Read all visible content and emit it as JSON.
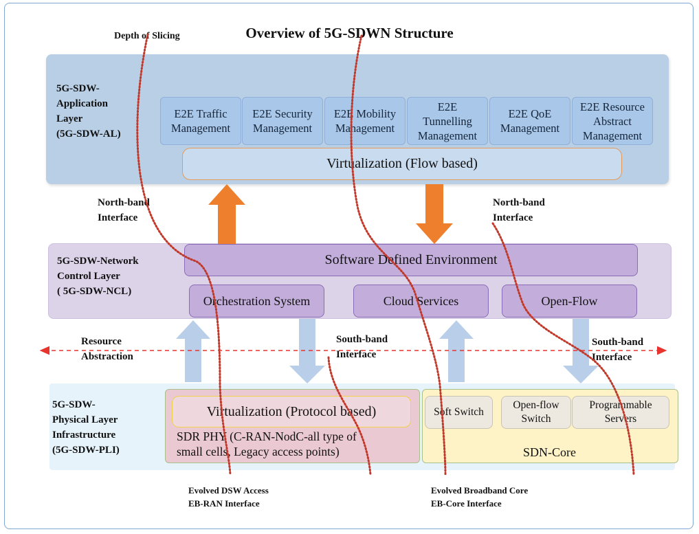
{
  "title": "Overview of 5G-SDWN Structure",
  "depth_label": "Depth of Slicing",
  "application_layer": {
    "label_lines": [
      "5G-SDW-",
      "Application",
      "Layer",
      "(5G-SDW-AL)"
    ],
    "modules": [
      {
        "lines": [
          "E2E Traffic",
          "Management"
        ]
      },
      {
        "lines": [
          "E2E Security",
          "Management"
        ]
      },
      {
        "lines": [
          "E2E Mobility",
          "Management"
        ]
      },
      {
        "lines": [
          "E2E",
          "Tunnelling",
          "Management"
        ]
      },
      {
        "lines": [
          "E2E QoE",
          "Management"
        ]
      },
      {
        "lines": [
          "E2E Resource",
          "Abstract",
          "Management"
        ]
      }
    ],
    "virtualization": "Virtualization (Flow based)"
  },
  "north_left": [
    "North-band",
    "Interface"
  ],
  "north_right": [
    "North-band",
    "Interface"
  ],
  "network_layer": {
    "label_lines": [
      "5G-SDW-Network",
      "Control Layer",
      "( 5G-SDW-NCL)"
    ],
    "sde": "Software Defined Environment",
    "orchestration": "Orchestration System",
    "cloud": "Cloud Services",
    "openflow": "Open-Flow"
  },
  "resource_abstraction": [
    "Resource",
    "Abstraction"
  ],
  "south_mid": [
    "South-band",
    "Interface"
  ],
  "south_right": [
    "South-band",
    "Interface"
  ],
  "physical_layer": {
    "label_lines": [
      "5G-SDW-",
      "Physical  Layer",
      "Infrastructure",
      "(5G-SDW-PLI)"
    ],
    "virtualization": "Virtualization (Protocol based)",
    "sdr_lines": [
      "SDR PHY (C-RAN-NodC-all type of",
      "small cells, Legacy access points)"
    ],
    "soft_switch": "Soft Switch",
    "openflow_switch": [
      "Open-flow",
      "Switch"
    ],
    "prog_servers": [
      "Programmable",
      "Servers"
    ],
    "sdn_core": "SDN-Core"
  },
  "bottom_left": [
    "Evolved DSW Access",
    "EB-RAN Interface"
  ],
  "bottom_right": [
    "Evolved Broadband Core",
    "EB-Core Interface"
  ],
  "colors": {
    "north_arrow": "#ee7f2d",
    "south_arrow": "#b9cfe9",
    "dashed_red": "#e8332e",
    "slicing_line": "#c0392b"
  }
}
